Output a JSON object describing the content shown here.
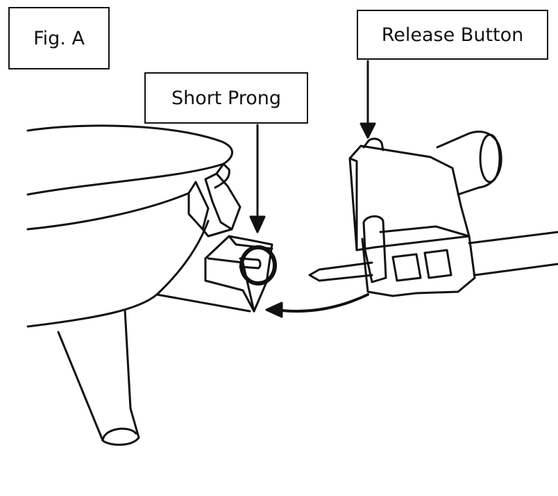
{
  "labels": {
    "figure": "Fig. A",
    "release_button": "Release Button",
    "short_prong": "Short Prong"
  },
  "colors": {
    "line": "#111111",
    "background": "#ffffff"
  }
}
